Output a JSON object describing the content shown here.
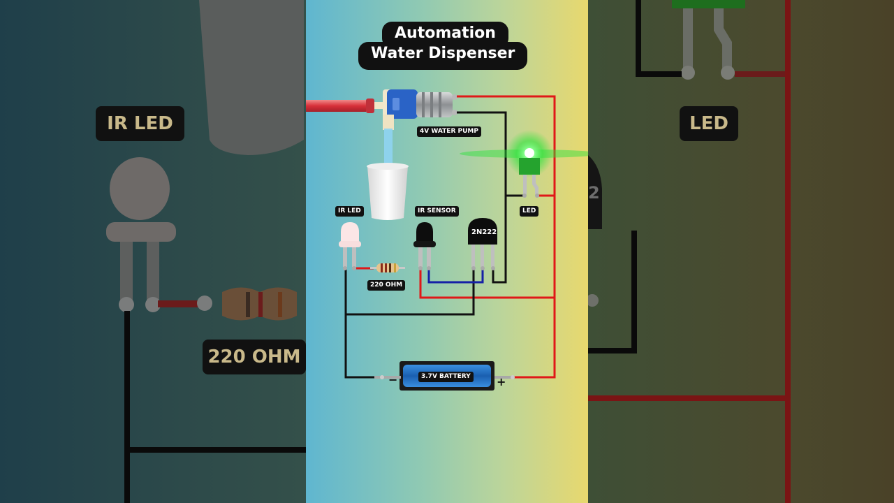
{
  "title": {
    "line1": "Automation",
    "line2": "Water Dispenser"
  },
  "labels": {
    "pump": "4V WATER PUMP",
    "ir_led": "IR LED",
    "ir_sensor": "IR SENSOR",
    "led": "LED",
    "transistor": "2N222",
    "resistor": "220 OHM",
    "battery": "3.7V BATTERY",
    "minus": "−",
    "plus": "+"
  },
  "background_labels": {
    "left_ir_led": "IR LED",
    "left_resistor": "220 OHM",
    "right_led": "LED",
    "right_partial": "2"
  },
  "colors": {
    "wire_red": "#e01818",
    "wire_black": "#111111",
    "wire_blue": "#1520a6",
    "led_green": "#27e33a",
    "battery_blue": "#1a73c9",
    "label_bg": "#111111"
  }
}
